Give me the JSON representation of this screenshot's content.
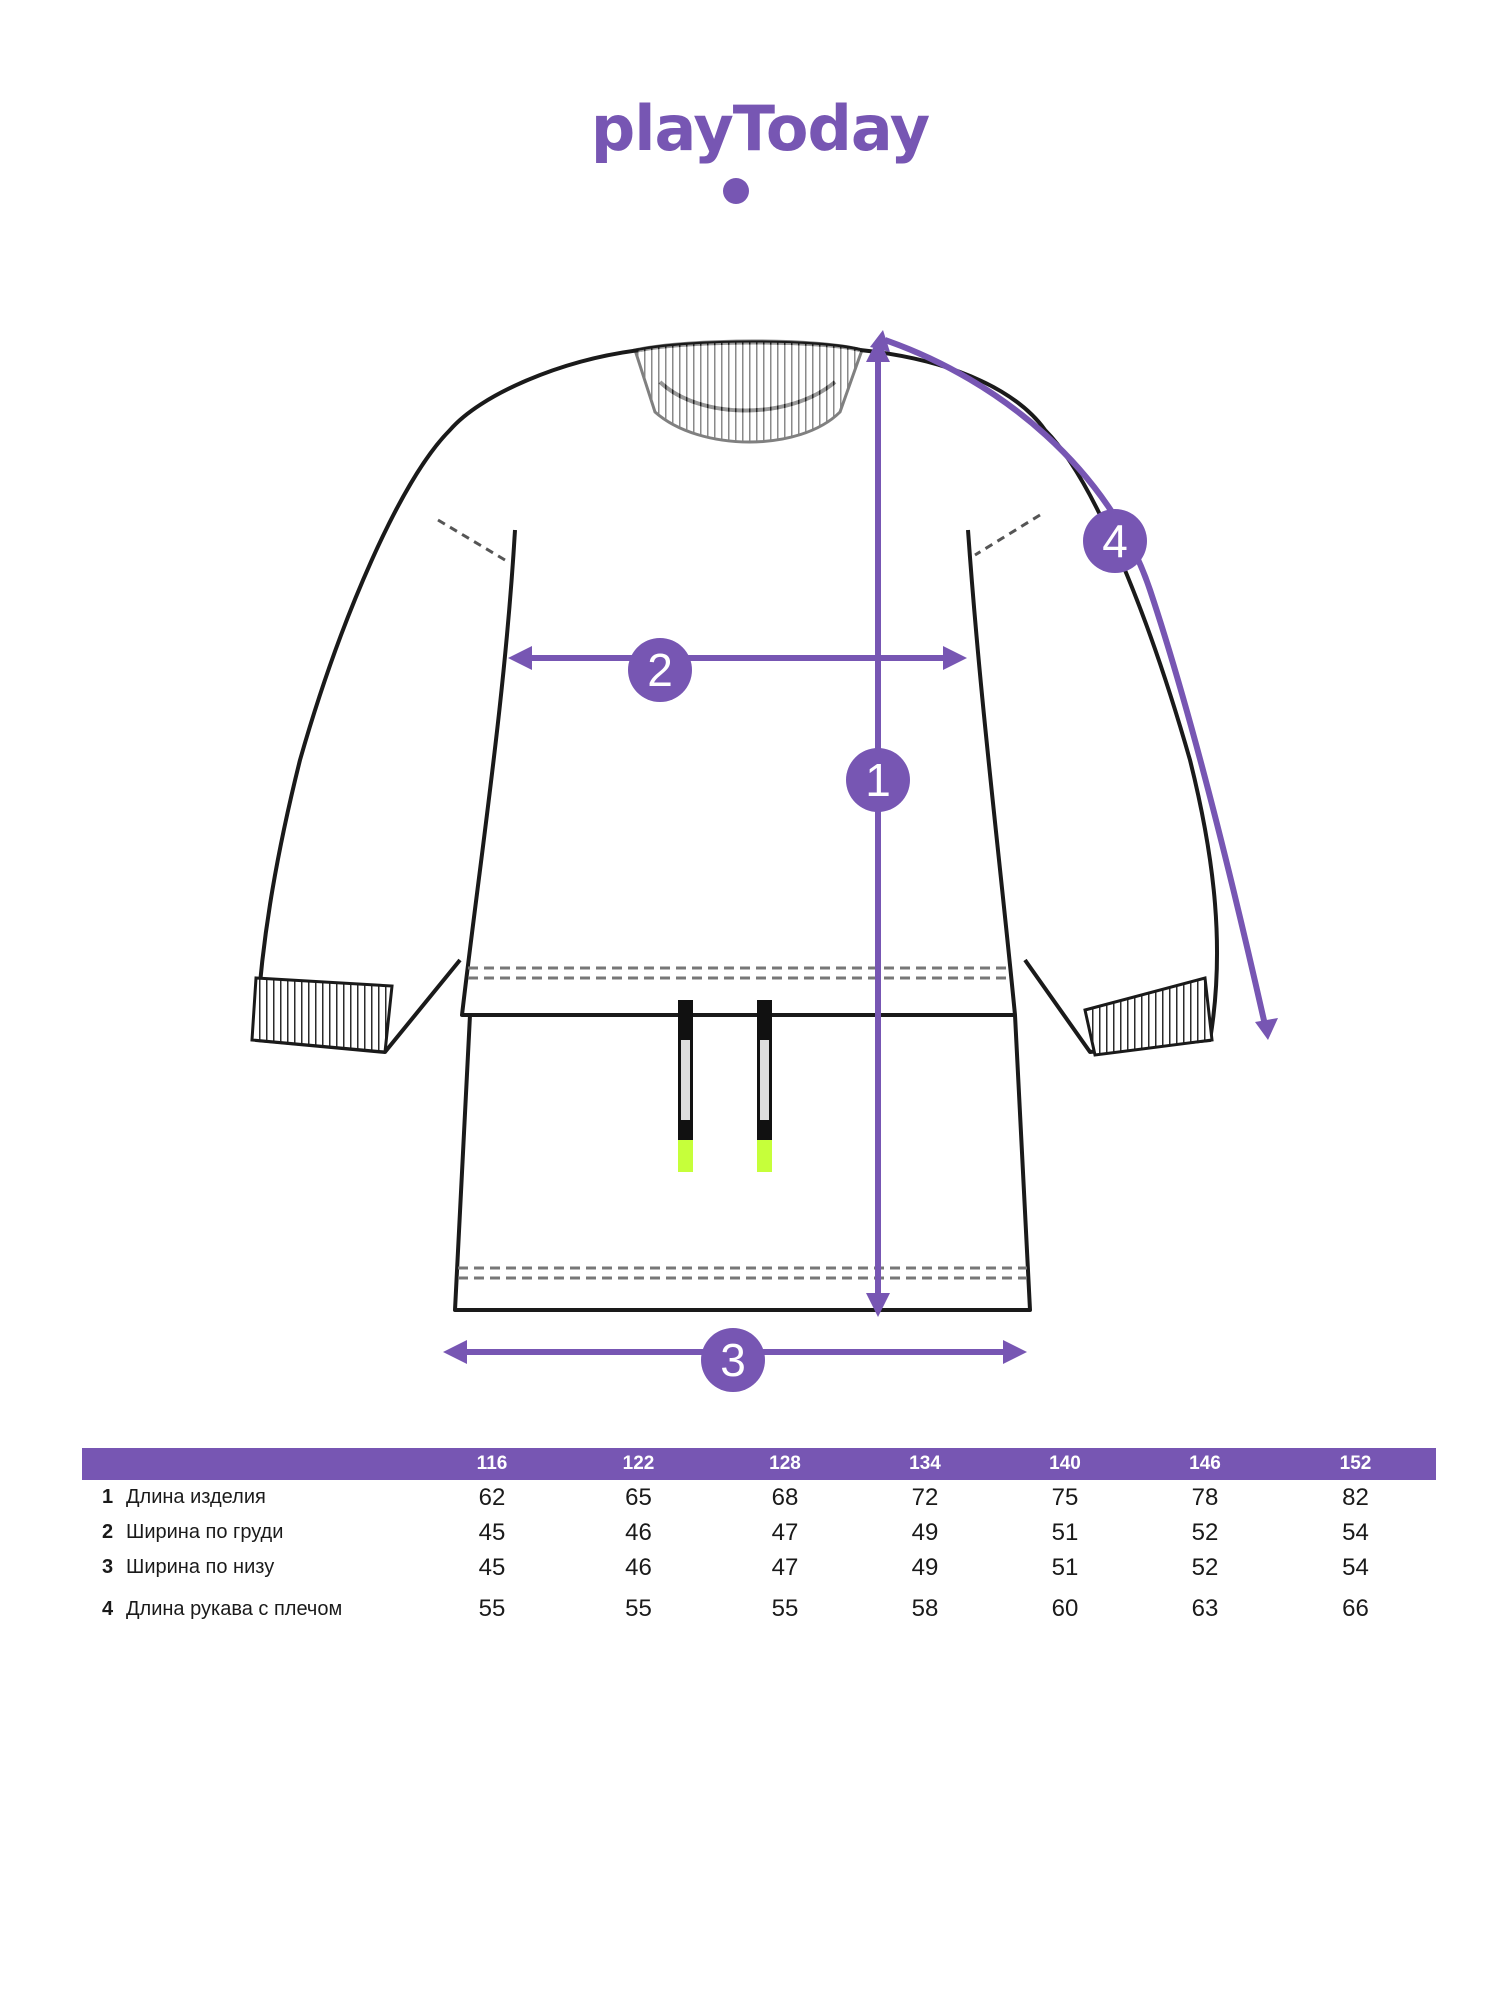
{
  "brand": {
    "name": "playToday",
    "color": "#7756b3"
  },
  "diagram": {
    "markers": [
      "1",
      "2",
      "3",
      "4"
    ],
    "marker_color": "#7756b3",
    "drawstring_tip_color": "#c6ff3a"
  },
  "size_table": {
    "header_color": "#7756b3",
    "sizes": [
      "116",
      "122",
      "128",
      "134",
      "140",
      "146",
      "152"
    ],
    "rows": [
      {
        "num": "1",
        "label": "Длина изделия",
        "values": [
          "62",
          "65",
          "68",
          "72",
          "75",
          "78",
          "82"
        ]
      },
      {
        "num": "2",
        "label": "Ширина по груди",
        "values": [
          "45",
          "46",
          "47",
          "49",
          "51",
          "52",
          "54"
        ]
      },
      {
        "num": "3",
        "label": "Ширина по низу",
        "values": [
          "45",
          "46",
          "47",
          "49",
          "51",
          "52",
          "54"
        ]
      },
      {
        "num": "4",
        "label": "Длина рукава с плечом",
        "values": [
          "55",
          "55",
          "55",
          "58",
          "60",
          "63",
          "66"
        ]
      }
    ]
  }
}
